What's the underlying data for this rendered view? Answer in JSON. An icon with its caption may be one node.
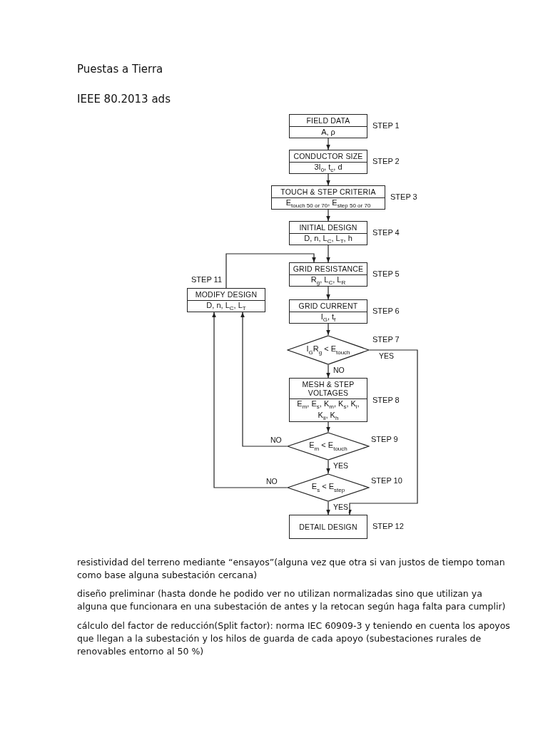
{
  "diagram": {
    "title": "Puestas a Tierra",
    "nodes": [
      {
        "text": [
          "FIELD DATA",
          "A, ρ"
        ],
        "beside": [
          "STEP 1"
        ]
      },
      {
        "text": [
          "CONDUCTOR SIZE",
          "3I$_{0}$, t$_{c}$, d"
        ],
        "beside": [
          "STEP 2"
        ]
      },
      {
        "text": [
          "TOUCH & STEP CRITERIA",
          "E$_{touch 50 or 70}$, E$_{step 50 or 70}$"
        ],
        "beside": [
          "STEP 3"
        ]
      },
      {
        "text": [
          "INITIAL DESIGN",
          "D, n, L$_{C}$, L$_{T}$, h"
        ],
        "beside": [
          "STEP 4"
        ]
      },
      {
        "text": [
          "GRID RESISTANCE",
          "R$_{g}$, L$_{C}$, L$_{R}$"
        ],
        "beside": [
          "STEP 5"
        ]
      },
      {
        "text": [
          "GRID CURRENT",
          "I$_{G}$, t$_{f}$"
        ],
        "beside": [
          "STEP 6"
        ]
      },
      {
        "text": [
          "I$_{G}$R$_{g}$ < E$_{touch}$"
        ],
        "beside": [
          "STEP 7"
        ]
      },
      {
        "text": [
          "MESH & STEP VOLTAGES",
          "E$_{m}$, E$_{s}$, K$_{m}$, K$_{s}$, K$_{i}$, K$_{ii}$, K$_{h}$"
        ],
        "beside": [
          "STEP 8"
        ]
      },
      {
        "text": [
          "E$_{m}$ < E$_{touch}$"
        ],
        "beside": [
          "STEP 9"
        ]
      },
      {
        "text": [
          "E$_{s}$ < E$_{step}$"
        ],
        "beside": [
          "STEP 10"
        ]
      },
      {
        "text": [
          "MODIFY DESIGN",
          "D, n, L$_{C}$, L$_{T}$"
        ],
        "beside": [
          "STEP 11"
        ]
      },
      {
        "text": [
          "DETAIL DESIGN"
        ],
        "beside": [
          "STEP 12"
        ]
      }
    ],
    "edges": [
      {
        "from": 0,
        "to": 1,
        "arrow": "to"
      },
      {
        "from": 1,
        "to": 2,
        "arrow": "to"
      },
      {
        "from": 2,
        "to": 3,
        "arrow": "to"
      },
      {
        "from": 3,
        "to": 4,
        "arrow": "to"
      },
      {
        "from": 4,
        "to": 5,
        "arrow": "to"
      },
      {
        "from": 5,
        "to": 6,
        "arrow": "to"
      },
      {
        "from": 6,
        "to": 11,
        "arrow": "to",
        "label": "YES"
      },
      {
        "from": 6,
        "to": 7,
        "arrow": "to",
        "label": "NO"
      },
      {
        "from": 7,
        "to": 8,
        "arrow": "to"
      },
      {
        "from": 8,
        "to": 10,
        "arrow": "to",
        "label": "NO"
      },
      {
        "from": 8,
        "to": 9,
        "arrow": "to",
        "label": "YES"
      },
      {
        "from": 9,
        "to": 10,
        "arrow": "to",
        "label": "NO"
      },
      {
        "from": 9,
        "to": 11,
        "arrow": "to",
        "label": "YES"
      },
      {
        "from": 10,
        "to": 4,
        "arrow": "to"
      }
    ],
    "labels": [
      "IEEE 80.2013 ads",
      "resistividad del terreno mediante “ensayos”(alguna vez que otra si van justos de tiempo toman como base alguna subestación cercana)",
      "diseño preliminar (hasta donde he podido ver no utilizan normalizadas sino que utilizan ya alguna que funcionara en una subestación de antes y la retocan según haga falta para cumplir)",
      "cálculo del factor de reducción(Split factor): norma IEC 60909-3 y teniendo en cuenta los apoyos que llegan a la subestación y los hilos de guarda de cada apoyo (subestaciones rurales de renovables entorno al 50 %)"
    ]
  }
}
